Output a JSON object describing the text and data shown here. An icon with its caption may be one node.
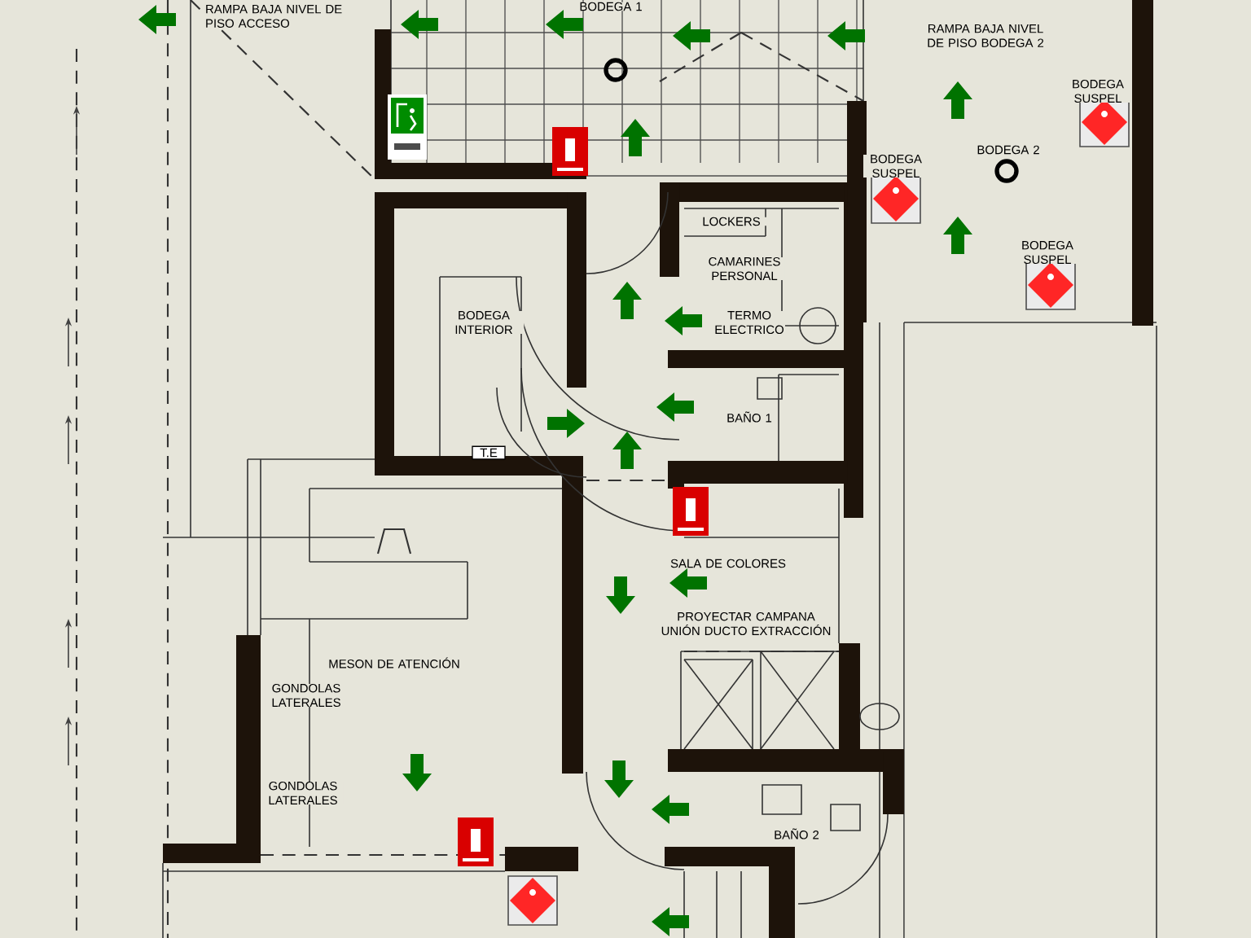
{
  "diagram": {
    "labels": [
      "RAMPA BAJA NIVEL DE PISO ACCESO",
      "BODEGA 1",
      "RAMPA BAJA NIVEL DE PISO BODEGA 2",
      "BODEGA SUSPEL",
      "BODEGA 2",
      "BODEGA SUSPEL",
      "LOCKERS",
      "CAMARINES PERSONAL",
      "BODEGA SUSPEL",
      "BODEGA INTERIOR",
      "TERMO ELECTRICO",
      "BAÑO 1",
      "T.E",
      "SALA DE COLORES",
      "PROYECTAR CAMPANA UNIÓN DUCTO EXTRACCIÓN",
      "MESON DE ATENCIÓN",
      "GONDOLAS LATERALES",
      "GONDOLAS LATERALES",
      "BAÑO 2"
    ]
  }
}
